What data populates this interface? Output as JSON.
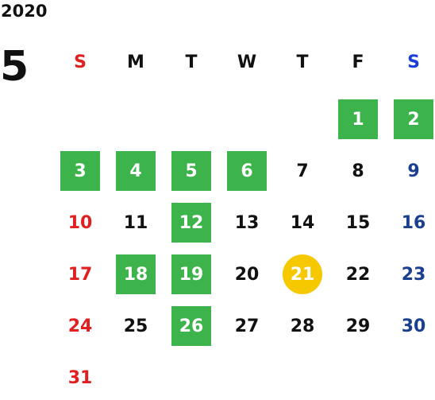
{
  "year": "2020",
  "month": "5",
  "weekdays": [
    "S",
    "M",
    "T",
    "W",
    "T",
    "F",
    "S"
  ],
  "colors": {
    "sunday": "#e02020",
    "saturday_header": "#1a3fd6",
    "saturday": "#1a3f8f",
    "highlight": "#3cb44b",
    "today": "#f5c800"
  },
  "days": [
    {
      "label": "1",
      "col": 5,
      "row": 0,
      "type": "highlight"
    },
    {
      "label": "2",
      "col": 6,
      "row": 0,
      "type": "highlight"
    },
    {
      "label": "3",
      "col": 0,
      "row": 1,
      "type": "highlight"
    },
    {
      "label": "4",
      "col": 1,
      "row": 1,
      "type": "highlight"
    },
    {
      "label": "5",
      "col": 2,
      "row": 1,
      "type": "highlight"
    },
    {
      "label": "6",
      "col": 3,
      "row": 1,
      "type": "highlight"
    },
    {
      "label": "7",
      "col": 4,
      "row": 1,
      "type": "normal"
    },
    {
      "label": "8",
      "col": 5,
      "row": 1,
      "type": "normal"
    },
    {
      "label": "9",
      "col": 6,
      "row": 1,
      "type": "normal"
    },
    {
      "label": "10",
      "col": 0,
      "row": 2,
      "type": "normal"
    },
    {
      "label": "11",
      "col": 1,
      "row": 2,
      "type": "normal"
    },
    {
      "label": "12",
      "col": 2,
      "row": 2,
      "type": "highlight"
    },
    {
      "label": "13",
      "col": 3,
      "row": 2,
      "type": "normal"
    },
    {
      "label": "14",
      "col": 4,
      "row": 2,
      "type": "normal"
    },
    {
      "label": "15",
      "col": 5,
      "row": 2,
      "type": "normal"
    },
    {
      "label": "16",
      "col": 6,
      "row": 2,
      "type": "normal"
    },
    {
      "label": "17",
      "col": 0,
      "row": 3,
      "type": "normal"
    },
    {
      "label": "18",
      "col": 1,
      "row": 3,
      "type": "highlight"
    },
    {
      "label": "19",
      "col": 2,
      "row": 3,
      "type": "highlight"
    },
    {
      "label": "20",
      "col": 3,
      "row": 3,
      "type": "normal"
    },
    {
      "label": "21",
      "col": 4,
      "row": 3,
      "type": "today"
    },
    {
      "label": "22",
      "col": 5,
      "row": 3,
      "type": "normal"
    },
    {
      "label": "23",
      "col": 6,
      "row": 3,
      "type": "normal"
    },
    {
      "label": "24",
      "col": 0,
      "row": 4,
      "type": "normal"
    },
    {
      "label": "25",
      "col": 1,
      "row": 4,
      "type": "normal"
    },
    {
      "label": "26",
      "col": 2,
      "row": 4,
      "type": "highlight"
    },
    {
      "label": "27",
      "col": 3,
      "row": 4,
      "type": "normal"
    },
    {
      "label": "28",
      "col": 4,
      "row": 4,
      "type": "normal"
    },
    {
      "label": "29",
      "col": 5,
      "row": 4,
      "type": "normal"
    },
    {
      "label": "30",
      "col": 6,
      "row": 4,
      "type": "normal"
    },
    {
      "label": "31",
      "col": 0,
      "row": 5,
      "type": "normal"
    }
  ]
}
